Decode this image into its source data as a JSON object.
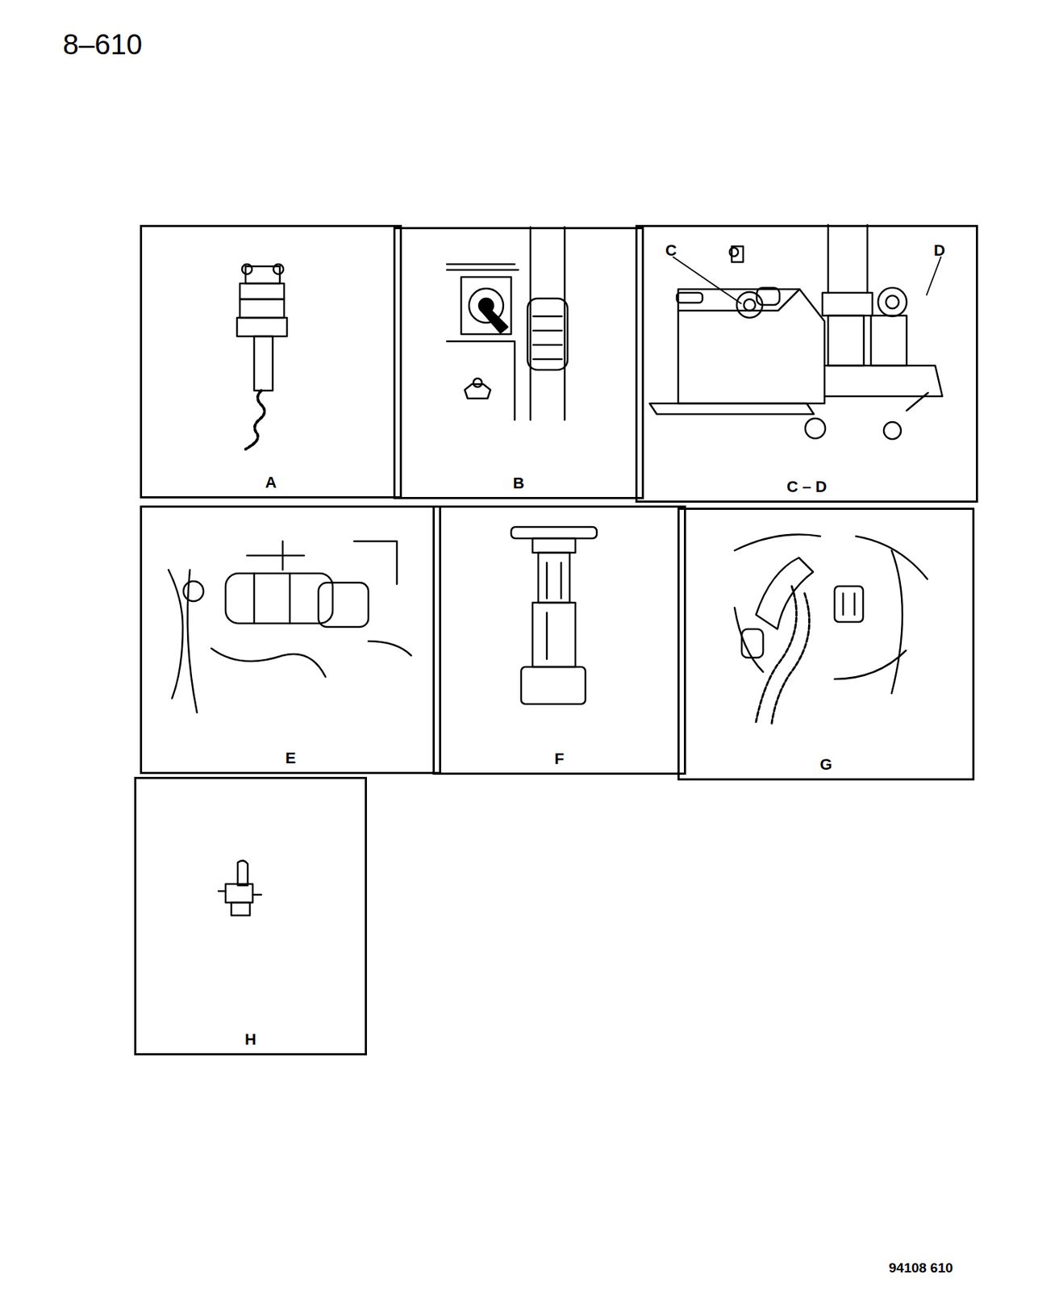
{
  "diagram": {
    "nodes": [
      {
        "text": [
          "A"
        ]
      },
      {
        "text": [
          "B"
        ]
      },
      {
        "text": [
          "C – D"
        ]
      },
      {
        "text": [
          "E"
        ]
      },
      {
        "text": [
          "F"
        ]
      },
      {
        "text": [
          "G"
        ]
      },
      {
        "text": [
          "H"
        ]
      }
    ],
    "labels": [
      "8–610",
      "C",
      "D",
      "94108 610"
    ]
  }
}
